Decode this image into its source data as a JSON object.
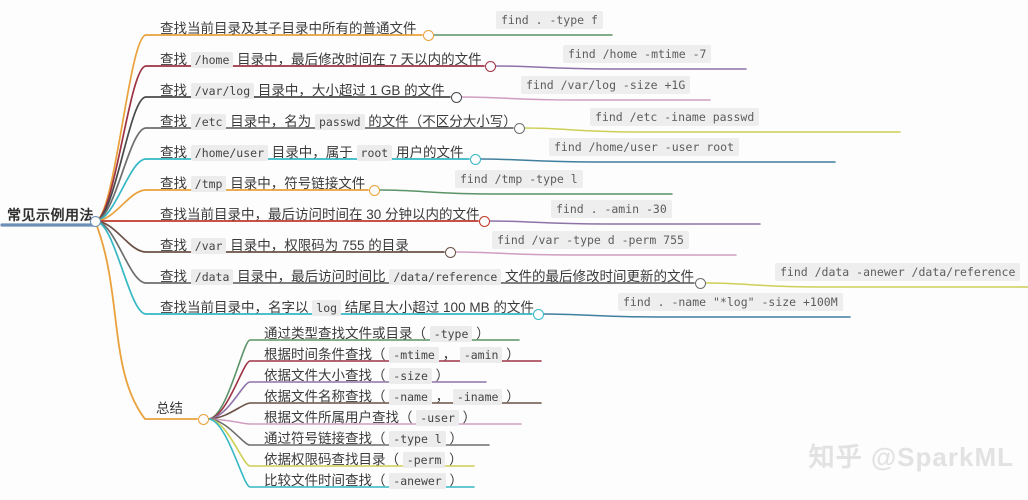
{
  "watermark": "知乎 @SparkML",
  "root": {
    "label": "常见示例用法",
    "color": "#6b8fb5"
  },
  "summary_node": {
    "label": "总结",
    "color": "#e9a13b"
  },
  "examples": [
    {
      "desc_parts": [
        "查找当前目录及其子目录中所有的普通文件"
      ],
      "desc_plain": "查找当前目录及其子目录中所有的普通文件",
      "command": "find . -type f",
      "branch_color": "#e9a13b",
      "child_color": "#5a9367"
    },
    {
      "desc_plain": "查找 /home 目录中，最后修改时间在 7 天以内的文件",
      "command": "find /home -mtime -7",
      "branch_color": "#9e3344",
      "child_color": "#8e73a8"
    },
    {
      "desc_plain": "查找 /var/log 目录中，大小超过 1 GB 的文件",
      "command": "find /var/log -size +1G",
      "branch_color": "#4a4a4a",
      "child_color": "#cf9ec0"
    },
    {
      "desc_plain": "查找 /etc 目录中，名为 passwd 的文件（不区分大小写）",
      "command": "find /etc -iname passwd",
      "branch_color": "#6e6e6e",
      "child_color": "#cdcf56"
    },
    {
      "desc_plain": "查找 /home/user 目录中，属于 root 用户的文件",
      "command": "find /home/user -user root",
      "branch_color": "#35b8c4",
      "child_color": "#3f7f9e"
    },
    {
      "desc_plain": "查找 /tmp 目录中，符号链接文件",
      "command": "find /tmp -type l",
      "branch_color": "#e9a13b",
      "child_color": "#5a9367"
    },
    {
      "desc_plain": "查找当前目录中，最后访问时间在 30 分钟以内的文件",
      "command": "find . -amin -30",
      "branch_color": "#c0392b",
      "child_color": "#8e73a8"
    },
    {
      "desc_plain": "查找 /var 目录中，权限码为 755 的目录",
      "command": "find /var -type d -perm 755",
      "branch_color": "#6b5145",
      "child_color": "#cf9ec0"
    },
    {
      "desc_plain": "查找 /data 目录中，最后访问时间比 /data/reference 文件的最后修改时间更新的文件",
      "command": "find /data -anewer /data/reference",
      "branch_color": "#6e6e6e",
      "child_color": "#cdcf56"
    },
    {
      "desc_plain": "查找当前目录中，名字以 log 结尾且大小超过 100 MB 的文件",
      "command": "find . -name \"*log\" -size +100M",
      "branch_color": "#35b8c4",
      "child_color": "#3f7f9e"
    }
  ],
  "example_rich": [
    {
      "pre": "查找当前目录及其子目录中所有的普通文件",
      "segs": []
    },
    {
      "pre": "查找 ",
      "segs": [
        {
          "code": "/home"
        },
        {
          "text": " 目录中，最后修改时间在 7 天以内的文件"
        }
      ]
    },
    {
      "pre": "查找 ",
      "segs": [
        {
          "code": "/var/log"
        },
        {
          "text": " 目录中，大小超过 1 GB 的文件"
        }
      ]
    },
    {
      "pre": "查找 ",
      "segs": [
        {
          "code": "/etc"
        },
        {
          "text": " 目录中，名为 "
        },
        {
          "code": "passwd"
        },
        {
          "text": " 的文件（不区分大小写）"
        }
      ]
    },
    {
      "pre": "查找 ",
      "segs": [
        {
          "code": "/home/user"
        },
        {
          "text": " 目录中，属于 "
        },
        {
          "code": "root"
        },
        {
          "text": " 用户的文件"
        }
      ]
    },
    {
      "pre": "查找 ",
      "segs": [
        {
          "code": "/tmp"
        },
        {
          "text": " 目录中，符号链接文件"
        }
      ]
    },
    {
      "pre": "查找当前目录中，最后访问时间在 30 分钟以内的文件",
      "segs": []
    },
    {
      "pre": "查找 ",
      "segs": [
        {
          "code": "/var"
        },
        {
          "text": " 目录中，权限码为 755 的目录"
        }
      ]
    },
    {
      "pre": "查找 ",
      "segs": [
        {
          "code": "/data"
        },
        {
          "text": " 目录中，最后访问时间比 "
        },
        {
          "code": "/data/reference"
        },
        {
          "text": " 文件的最后修改时间更新的文件"
        }
      ]
    },
    {
      "pre": "查找当前目录中，名字以 ",
      "segs": [
        {
          "code": "log"
        },
        {
          "text": " 结尾且大小超过 100 MB 的文件"
        }
      ]
    }
  ],
  "summary_items": [
    {
      "text": "通过类型查找文件或目录（ -type ）",
      "pre": "通过类型查找文件或目录（ ",
      "code": [
        "-type"
      ],
      "post": " ）",
      "color": "#5a9367"
    },
    {
      "text": "根据时间条件查找（ -mtime ， -amin ）",
      "pre": "根据时间条件查找（ ",
      "code": [
        "-mtime",
        "-amin"
      ],
      "post": " ）",
      "color": "#9e3344"
    },
    {
      "text": "依据文件大小查找（ -size ）",
      "pre": "依据文件大小查找（ ",
      "code": [
        "-size"
      ],
      "post": " ）",
      "color": "#8e73a8"
    },
    {
      "text": "依据文件名称查找（ -name ， -iname ）",
      "pre": "依据文件名称查找（ ",
      "code": [
        "-name",
        "-iname"
      ],
      "post": " ）",
      "color": "#6b5145"
    },
    {
      "text": "根据文件所属用户查找（ -user ）",
      "pre": "根据文件所属用户查找（ ",
      "code": [
        "-user"
      ],
      "post": " ）",
      "color": "#cf9ec0"
    },
    {
      "text": "通过符号链接查找（ -type l ）",
      "pre": "通过符号链接查找（ ",
      "code": [
        "-type l"
      ],
      "post": " ）",
      "color": "#6e6e6e"
    },
    {
      "text": "依据权限码查找目录（ -perm ）",
      "pre": "依据权限码查找目录（ ",
      "code": [
        "-perm"
      ],
      "post": " ）",
      "color": "#cdcf56"
    },
    {
      "text": "比较文件时间查找（ -anewer ）",
      "pre": "比较文件时间查找（ ",
      "code": [
        "-anewer"
      ],
      "post": " ）",
      "color": "#35b8c4"
    }
  ]
}
